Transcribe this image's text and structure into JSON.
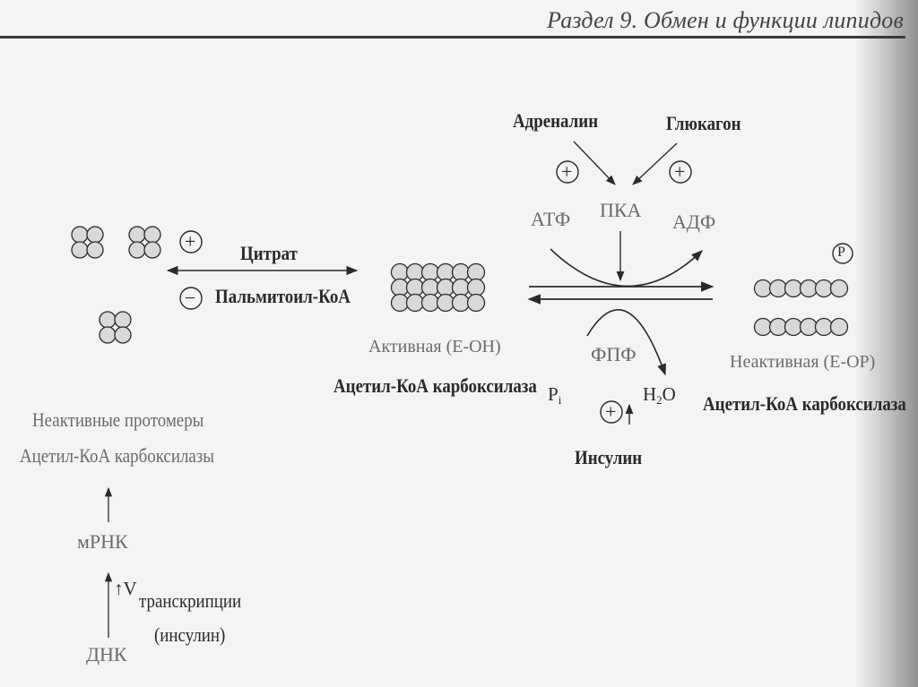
{
  "header": {
    "title": "Раздел 9. Обмен и функции липидов"
  },
  "regulators": {
    "adrenaline": "Адреналин",
    "glucagon": "Глюкагон",
    "insulin": "Инсулин"
  },
  "signs": {
    "plus": "+",
    "minus": "−",
    "phosphate": "P"
  },
  "kinase": {
    "label": "ПКА",
    "atp": "АТФ",
    "adp": "АДФ"
  },
  "phosphatase": {
    "label": "ФПФ",
    "pi_symbol": "P",
    "pi_sub": "i",
    "water_h": "H",
    "water_sub": "2",
    "water_o": "O"
  },
  "effectors": {
    "citrate": "Цитрат",
    "palmitoyl": "Пальмитоил-КоА"
  },
  "active_form": {
    "state": "Активная (Е-ОН)",
    "enzyme": "Ацетил-КоА карбоксилаза"
  },
  "inactive_form": {
    "state": "Неактивная (Е-ОР)",
    "enzyme": "Ацетил-КоА карбоксилаза"
  },
  "protomers": {
    "line1": "Неактивные протомеры",
    "line2": "Ацетил-КоА карбоксилазы"
  },
  "transcription": {
    "mrna": "мРНК",
    "dna": "ДНК",
    "rate_mark": "↑V",
    "label": "транскрипции",
    "insulin": "(инсулин)"
  },
  "colors": {
    "ink": "#2a2a2a",
    "gray_ink": "#6a6a6a",
    "circle_fill": "#d9d9d9",
    "paper": "#f4f4f2"
  }
}
